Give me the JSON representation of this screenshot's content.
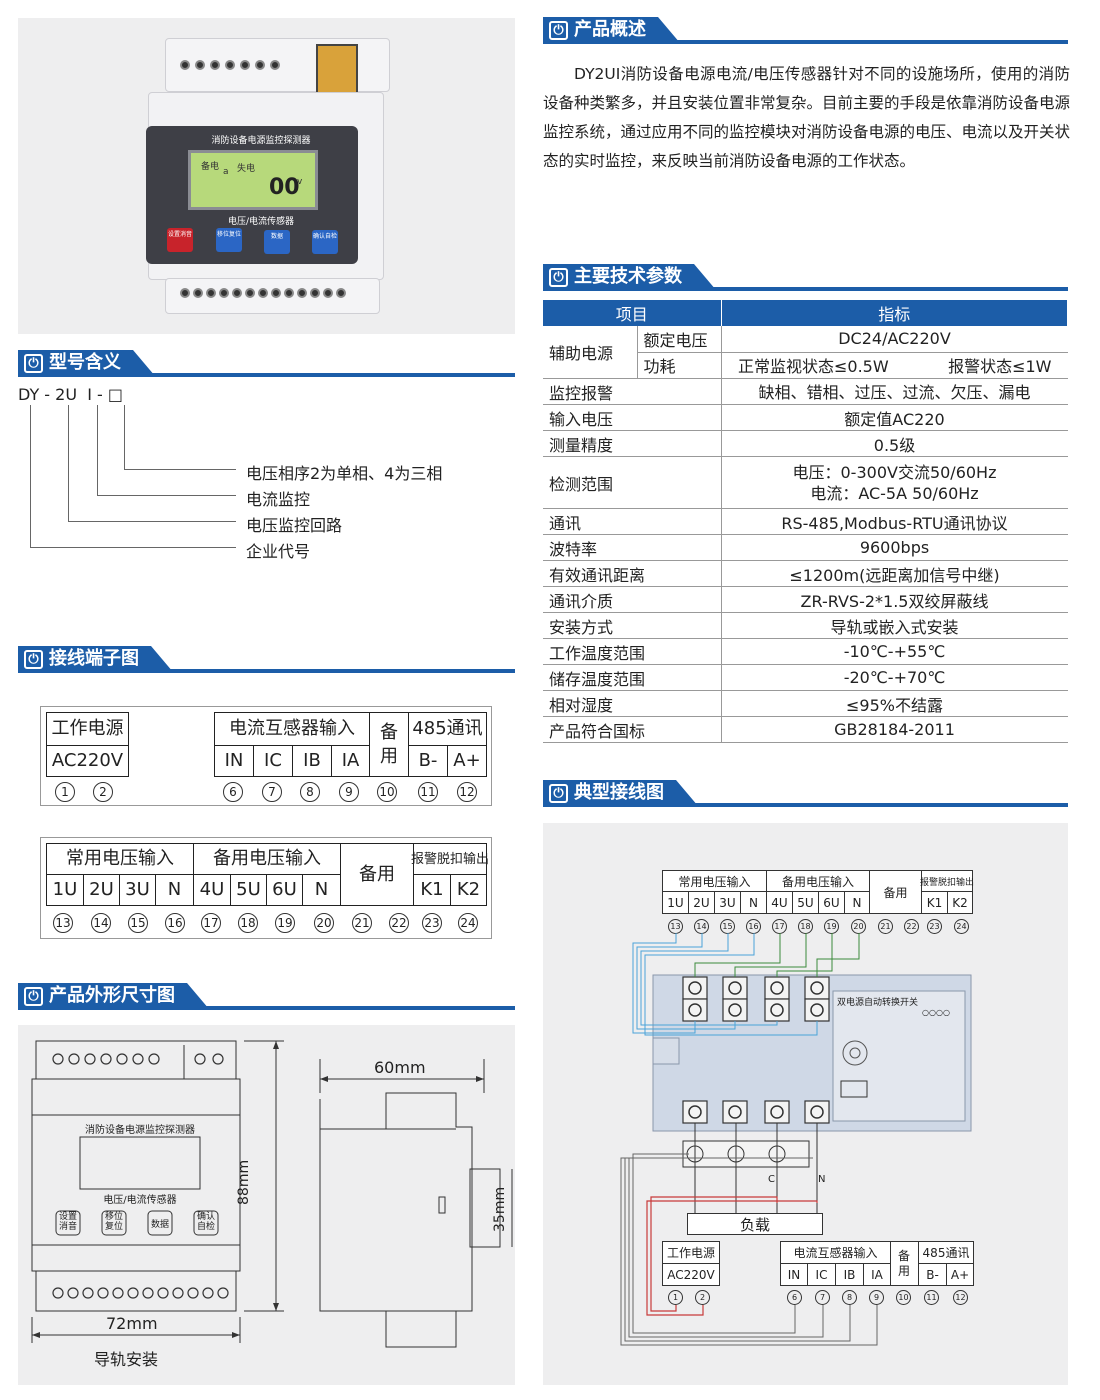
{
  "device": {
    "title": "消防设备电源监控探测器",
    "lcd_left": "备电",
    "lcd_right": "失电",
    "lcd_a": "a",
    "lcd_value": "00",
    "lcd_unit": "v",
    "subtitle": "电压/电流传感器",
    "buttons": [
      "设置消音",
      "移位复位",
      "数据",
      "确认自检"
    ]
  },
  "sections": {
    "overview": "产品概述",
    "model": "型号含义",
    "terminal": "接线端子图",
    "dimension": "产品外形尺寸图",
    "params": "主要技术参数",
    "wiring": "典型接线图"
  },
  "overview": {
    "paragraph": "DY2UI消防设备电源电流/电压传感器针对不同的设施场所，使用的消防设备种类繁多，并且安装位置非常复杂。目前主要的手段是依靠消防设备电源监控系统，通过应用不同的监控模块对消防设备电源的电压、电流以及开关状态的实时监控，来反映当前消防设备电源的工作状态。"
  },
  "model": {
    "code": "DY - 2U  I - □",
    "items": [
      "电压相序2为单相、4为三相",
      "电流监控",
      "电压监控回路",
      "企业代号"
    ]
  },
  "terminal": {
    "table1": {
      "power_header": "工作电源",
      "power_value": "AC220V",
      "ct_header": "电流互感器输入",
      "ct_cells": [
        "IN",
        "IC",
        "IB",
        "IA"
      ],
      "spare": "备用",
      "comm_header": "485通讯",
      "comm_cells": [
        "B-",
        "A+"
      ],
      "numbers": [
        "1",
        "2",
        "6",
        "7",
        "8",
        "9",
        "10",
        "11",
        "12"
      ]
    },
    "table2": {
      "normal_header": "常用电压输入",
      "normal_cells": [
        "1U",
        "2U",
        "3U",
        "N"
      ],
      "backup_header": "备用电压输入",
      "backup_cells": [
        "4U",
        "5U",
        "6U",
        "N"
      ],
      "spare": "备用",
      "alarm_header": "报警脱扣输出",
      "alarm_cells": [
        "K1",
        "K2"
      ],
      "numbers": [
        "13",
        "14",
        "15",
        "16",
        "17",
        "18",
        "19",
        "20",
        "21",
        "22",
        "23",
        "24"
      ]
    }
  },
  "params": {
    "headers": [
      "项目",
      "指标"
    ],
    "aux_group": "辅助电源",
    "aux_rows": [
      {
        "name": "额定电压",
        "value": "DC24/AC220V"
      },
      {
        "name": "功耗",
        "value": "正常监视状态≤0.5W",
        "value2": "报警状态≤1W"
      }
    ],
    "rows": [
      {
        "name": "监控报警",
        "value": "缺相、错相、过压、过流、欠压、漏电"
      },
      {
        "name": "输入电压",
        "value": "额定值AC220"
      },
      {
        "name": "测量精度",
        "value": "0.5级"
      }
    ],
    "range": {
      "name": "检测范围",
      "value1": "电压：0-300V交流50/60Hz",
      "value2": "电流：AC-5A 50/60Hz"
    },
    "rows2": [
      {
        "name": "通讯",
        "value": "RS-485,Modbus-RTU通讯协议"
      },
      {
        "name": "波特率",
        "value": "9600bps"
      },
      {
        "name": "有效通讯距离",
        "value": "≤1200m(远距离加信号中继)"
      },
      {
        "name": "通讯介质",
        "value": "ZR-RVS-2*1.5双绞屏蔽线"
      },
      {
        "name": "安装方式",
        "value": "导轨或嵌入式安装"
      },
      {
        "name": "工作温度范围",
        "value": "-10℃-+55℃"
      },
      {
        "name": "储存温度范围",
        "value": "-20℃-+70℃"
      },
      {
        "name": "相对湿度",
        "value": "≤95%不结露"
      },
      {
        "name": "产品符合国标",
        "value": "GB28184-2011"
      }
    ]
  },
  "dimension": {
    "title": "消防设备电源监控探测器",
    "subtitle": "电压/电流传感器",
    "buttons": [
      "设置消音",
      "移位复位",
      "数据",
      "确认自检"
    ],
    "width": "72mm",
    "height": "88mm",
    "depth": "60mm",
    "side": "35mm",
    "caption": "导轨安装"
  },
  "wiring": {
    "top_normal": "常用电压输入",
    "top_backup": "备用电压输入",
    "top_spare": "备用",
    "top_alarm": "报警脱扣输出",
    "top_cells": [
      "1U",
      "2U",
      "3U",
      "N",
      "4U",
      "5U",
      "6U",
      "N",
      "K1",
      "K2"
    ],
    "top_numbers": [
      "13",
      "14",
      "15",
      "16",
      "17",
      "18",
      "19",
      "20",
      "21",
      "22",
      "23",
      "24"
    ],
    "switch_label": "双电源自动转换开关",
    "switch_dots": "○○○○",
    "label_c": "C",
    "label_n": "N",
    "load": "负载",
    "power_header": "工作电源",
    "power_value": "AC220V",
    "ct_header": "电流互感器输入",
    "ct_cells": [
      "IN",
      "IC",
      "IB",
      "IA"
    ],
    "spare": "备用",
    "comm_header": "485通讯",
    "comm_cells": [
      "B-",
      "A+"
    ],
    "bottom_numbers": [
      "1",
      "2",
      "6",
      "7",
      "8",
      "9",
      "10",
      "11",
      "12"
    ]
  }
}
